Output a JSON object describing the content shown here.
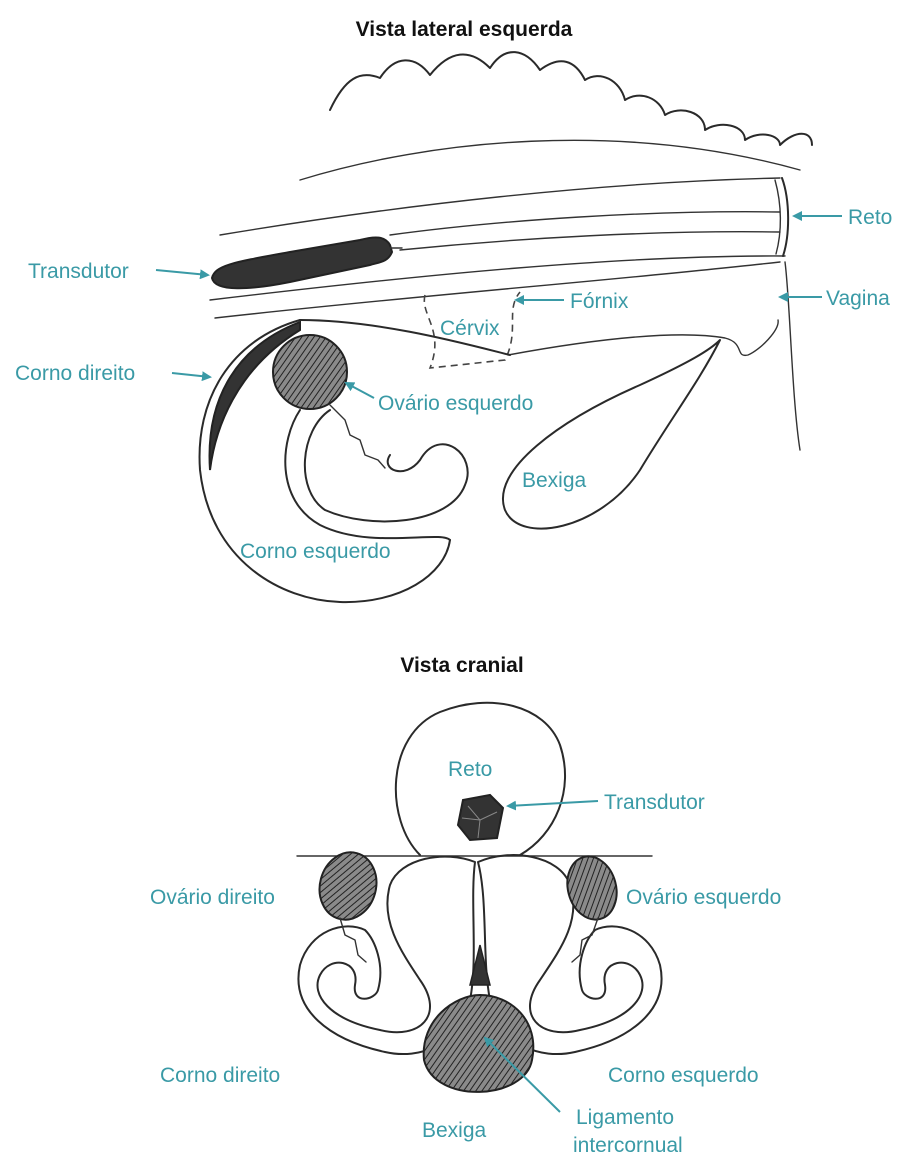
{
  "titles": {
    "lateral": "Vista lateral esquerda",
    "cranial": "Vista cranial"
  },
  "lateral_labels": {
    "reto": "Reto",
    "transdutor": "Transdutor",
    "fornix": "Fórnix",
    "vagina": "Vagina",
    "cervix": "Cérvix",
    "corno_direito": "Corno direito",
    "ovario_esquerdo": "Ovário esquerdo",
    "bexiga": "Bexiga",
    "corno_esquerdo": "Corno esquerdo"
  },
  "cranial_labels": {
    "reto": "Reto",
    "transdutor": "Transdutor",
    "ovario_direito": "Ovário direito",
    "ovario_esquerdo": "Ovário esquerdo",
    "corno_direito": "Corno direito",
    "corno_esquerdo": "Corno esquerdo",
    "bexiga": "Bexiga",
    "ligamento_line1": "Ligamento",
    "ligamento_line2": "intercornual"
  },
  "colors": {
    "label": "#3a9aa6",
    "ink": "#2a2a2a"
  }
}
